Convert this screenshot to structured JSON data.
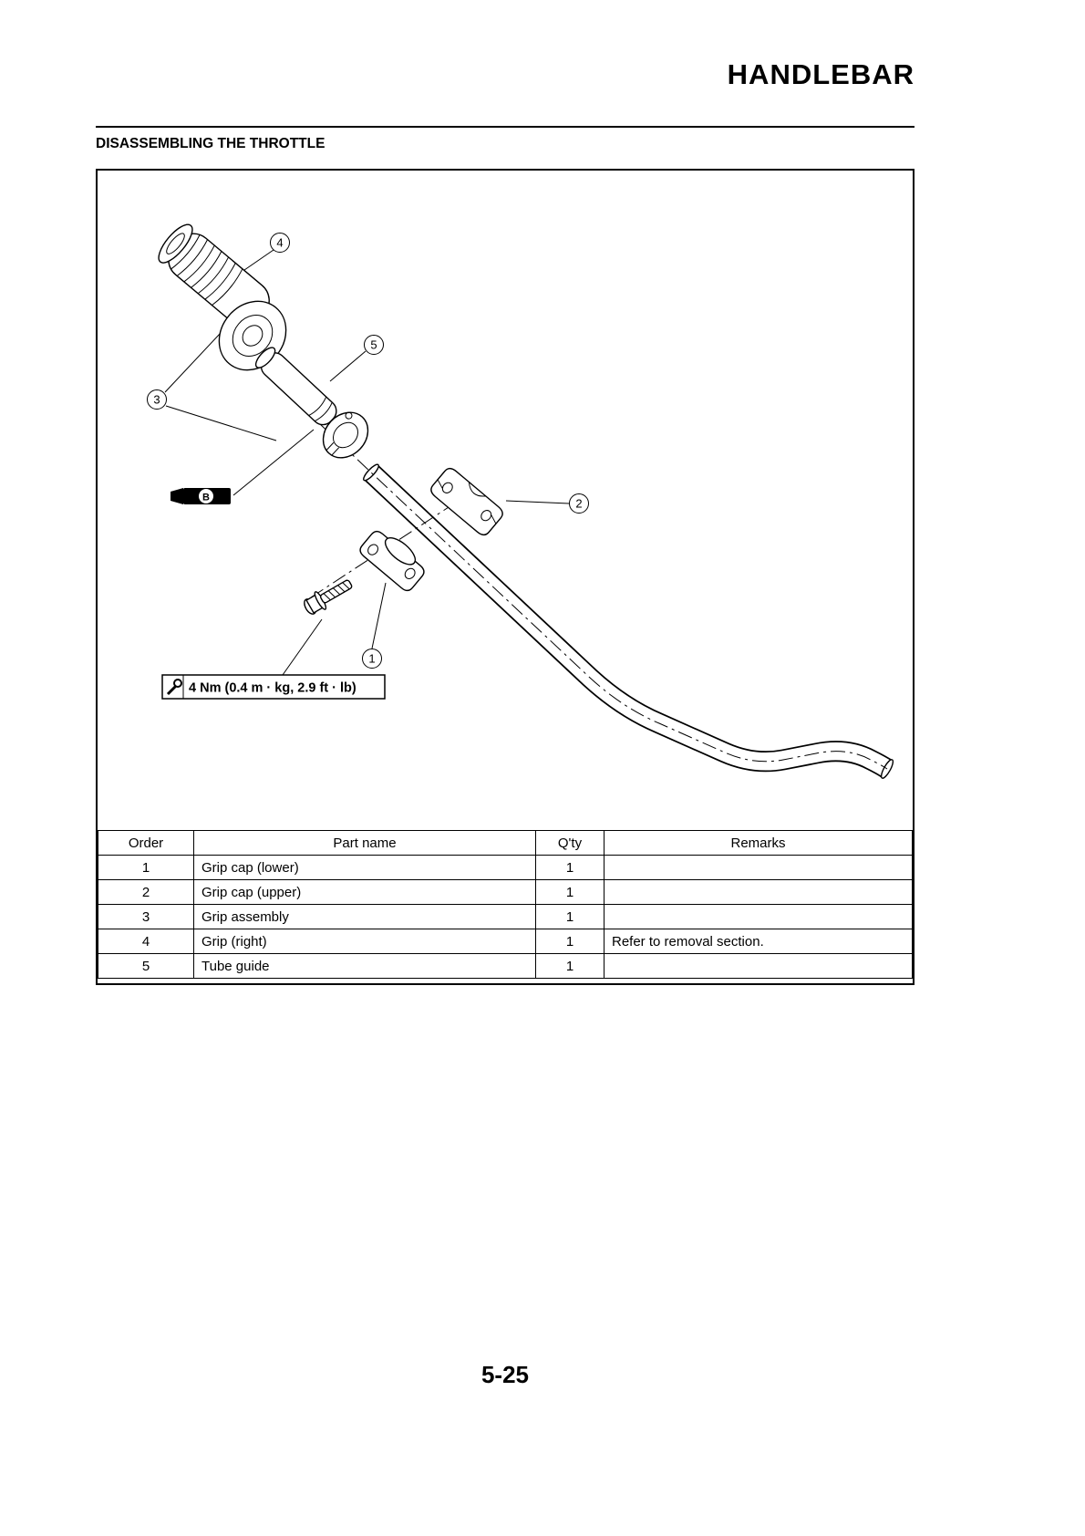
{
  "page": {
    "header_title": "HANDLEBAR",
    "section_title": "DISASSEMBLING THE THROTTLE",
    "page_number": "5-25"
  },
  "diagram": {
    "torque_label": "4 Nm (0.4 m · kg, 2.9 ft · lb)",
    "grease_marker": "B",
    "callouts": {
      "c1": "1",
      "c2": "2",
      "c3": "3",
      "c4": "4",
      "c5": "5"
    }
  },
  "table": {
    "headers": {
      "order": "Order",
      "part_name": "Part name",
      "qty": "Q'ty",
      "remarks": "Remarks"
    },
    "rows": [
      {
        "order": "1",
        "part_name": "Grip cap (lower)",
        "qty": "1",
        "remarks": ""
      },
      {
        "order": "2",
        "part_name": "Grip cap (upper)",
        "qty": "1",
        "remarks": ""
      },
      {
        "order": "3",
        "part_name": "Grip assembly",
        "qty": "1",
        "remarks": ""
      },
      {
        "order": "4",
        "part_name": "Grip (right)",
        "qty": "1",
        "remarks": "Refer to removal section."
      },
      {
        "order": "5",
        "part_name": "Tube guide",
        "qty": "1",
        "remarks": ""
      }
    ]
  }
}
